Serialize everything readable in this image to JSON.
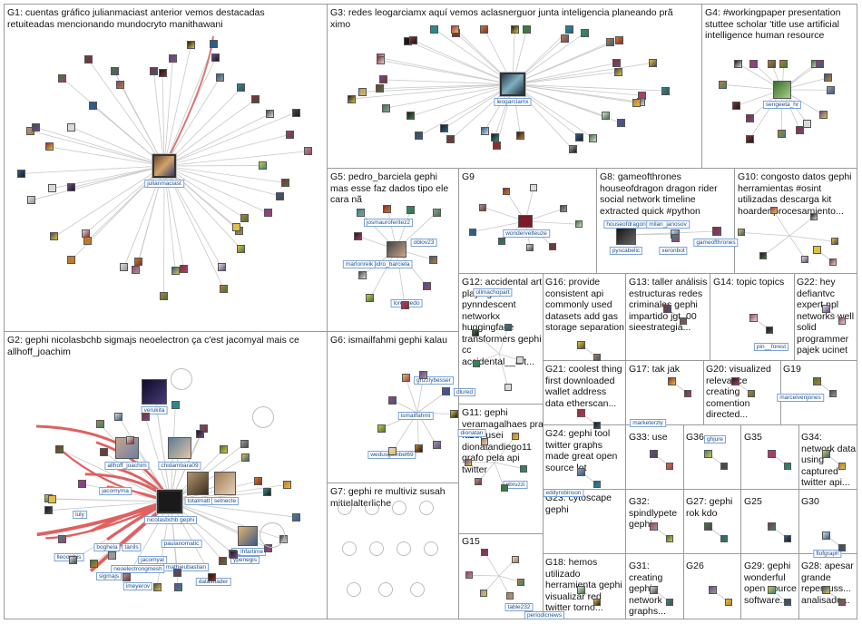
{
  "groups": [
    {
      "id": "G1",
      "label": "G1: cuentas gráfico julianmaciast anterior vemos destacadas retuiteadas mencionando mundocryto manithawani"
    },
    {
      "id": "G2",
      "label": "G2: gephi nicolasbchb sigmajs neoelectron ça c'est jacomyal mais ce allhoff_joachim"
    },
    {
      "id": "G3",
      "label": "G3: redes leogarciamx aquí vemos aclasnerguor junta inteligencia planeando prã ximo"
    },
    {
      "id": "G4",
      "label": "G4: #workingpaper presentation stuttee scholar 'title use artificial intelligence human resource"
    },
    {
      "id": "G5",
      "label": "G5: pedro_barciela gephi mas esse faz dados tipo ele cara nã"
    },
    {
      "id": "G6",
      "label": "G6: ismailfahmi gephi kalau"
    },
    {
      "id": "G7",
      "label": "G7: gephi re multiviz susah mittelalterliche"
    },
    {
      "id": "G8",
      "label": "G8: gameofthrones houseofdragon dragon rider social network timeline extracted quick #python"
    },
    {
      "id": "G9",
      "label": "G9"
    },
    {
      "id": "G10",
      "label": "G10: congosto datos gephi herramientas #osint utilizadas descarga kit hoarder procesamiento..."
    },
    {
      "id": "G11",
      "label": "G11: gephi veramagalhaes pra fazer usei dionatandiego11 grafo pela api twitter"
    },
    {
      "id": "G12",
      "label": "G12: accidental art playing pynndescent networkx huggingface transformers gephi cc accidental__art..."
    },
    {
      "id": "G13",
      "label": "G13: taller análisis estructuras redes criminales gephi impartido jgt_00 sieestrategia..."
    },
    {
      "id": "G14",
      "label": "G14: topic topics"
    },
    {
      "id": "G15",
      "label": "G15"
    },
    {
      "id": "G16",
      "label": "G16: provide consistent api commonly used datasets add gas storage separation"
    },
    {
      "id": "G17",
      "label": "G17: tak jak"
    },
    {
      "id": "G18",
      "label": "G18: hemos utilizado herramienta gephi visualizar red twitter torno..."
    },
    {
      "id": "G19",
      "label": "G19"
    },
    {
      "id": "G20",
      "label": "G20: visualized relevance creating comention directed..."
    },
    {
      "id": "G21",
      "label": "G21: coolest thing first downloaded wallet address data etherscan..."
    },
    {
      "id": "G22",
      "label": "G22: hey defiantvc expert npl networks well solid programmer pajek ucinet"
    },
    {
      "id": "G23",
      "label": "G23: cytoscape gephi"
    },
    {
      "id": "G24",
      "label": "G24: gephi tool twitter graphs made great open source lot"
    },
    {
      "id": "G25",
      "label": "G25"
    },
    {
      "id": "G26",
      "label": "G26"
    },
    {
      "id": "G27",
      "label": "G27: gephi rok kdo"
    },
    {
      "id": "G28",
      "label": "G28: apesar grande repercuss... analisado..."
    },
    {
      "id": "G29",
      "label": "G29: gephi wonderful open source software..."
    },
    {
      "id": "G30",
      "label": "G30"
    },
    {
      "id": "G31",
      "label": "G31: creating gephi network graphs..."
    },
    {
      "id": "G32",
      "label": "G32: spindlypete gephi"
    },
    {
      "id": "G33",
      "label": "G33: use"
    },
    {
      "id": "G34",
      "label": "G34: network data using captured twitter api..."
    },
    {
      "id": "G35",
      "label": "G35"
    },
    {
      "id": "G36",
      "label": "G36"
    }
  ],
  "node_labels": {
    "julianmaciast": "julianmaciast",
    "leogarciamx": "leogarciamx",
    "sengeeta_hr": "sengeeta_hr",
    "josmauroferitez": "josmauroferitez2",
    "oblov23": "oblov23",
    "marlonreik": "marlonreik",
    "pedro_barciela": "pedro_barciela",
    "lorengedo": "lorengedo",
    "wondervelteuze": "wondervelteuze",
    "houseofdragon": "houseofdragon",
    "milan_janosov": "milan_janosov",
    "pyscabel": "pyscabelic",
    "xeronbot": "xeronbot",
    "gameofthrones": "gameofthrones",
    "ollmachopart": "ollmachopart",
    "pin_forest": "pin__forest",
    "allhoff": "allhoff_joachim",
    "chidambara": "chidambara09",
    "verukita": "verukita",
    "jacomyma": "jacomyma",
    "totalmatt": "totalmatt",
    "selnecte": "selnecte",
    "nicolasbchb": "nicolasbchb gephi",
    "lulys": "luly",
    "lleoolchis": "lleoolchis",
    "boghela": "boghela",
    "tanils": "tanils",
    "paulanomatic": "paulanomatic",
    "mathieubastian": "mathieubastian",
    "neoelectron": "neoelectrongmesh",
    "jacomyal": "jacomyal",
    "sigmajs": "sigmajs",
    "imeyerov": "imeyerov",
    "datashader": "datashader",
    "e_lhfartime": "e_lhfartime",
    "ypenegis": "ypenegis",
    "grizzlybesser": "grizzlybesser",
    "dlured": "dlured",
    "ismailfahmi": "ismailfahmi",
    "wedusgembel": "wedusgembel69",
    "dionatan": "dionatan",
    "pbruzzi": "pbruzzi",
    "eddyrobinson": "eddyrobinson",
    "marketerzly": "marketerzly",
    "ghjure": "ghjure",
    "marcelvenjones": "marcelvenjones",
    "flofgraph": "flofgraph",
    "table232": "table232",
    "periodicnews": "periodicnews"
  },
  "colors": {
    "edge": "#c8c8c8",
    "edge_strong_red": "#e06060",
    "box_border": "#9a9a9a",
    "label_text": "#111111",
    "node_label_border": "#7aa3d6"
  }
}
